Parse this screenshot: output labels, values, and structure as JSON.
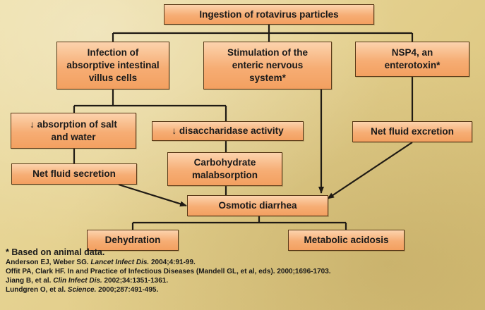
{
  "diagram": {
    "nodes": {
      "ingestion": "Ingestion of rotavirus particles",
      "infection": "Infection of\nabsorptive intestinal\nvillus cells",
      "stimulation": "Stimulation of the\nenteric nervous\nsystem*",
      "nsp4": "NSP4, an\nenterotoxin*",
      "absorption": "↓ absorption of salt\nand water",
      "disaccharidase": "↓ disaccharidase activity",
      "net_fluid_excretion": "Net fluid excretion",
      "carbohydrate": "Carbohydrate\nmalabsorption",
      "net_fluid_secretion": "Net fluid secretion",
      "osmotic": "Osmotic diarrhea",
      "dehydration": "Dehydration",
      "acidosis": "Metabolic acidosis"
    },
    "colors": {
      "box_fill": "#f6ad74",
      "box_border": "#5a3a18",
      "connector": "#1f1a14"
    }
  },
  "footer": {
    "note": "* Based on animal data.",
    "references": [
      {
        "before": "Anderson EJ, Weber SG. ",
        "italic": "Lancet Infect Dis.",
        "after": " 2004;4:91-99."
      },
      {
        "before": "Offit PA, Clark HF. In and Practice of Infectious Diseases (Mandell GL, et al, eds). 2000;1696-1703.",
        "italic": "",
        "after": ""
      },
      {
        "before": "Jiang B, et al. ",
        "italic": "Clin Infect Dis.",
        "after": " 2002;34:1351-1361."
      },
      {
        "before": "Lundgren O, et al. ",
        "italic": "Science.",
        "after": " 2000;287:491-495."
      }
    ]
  }
}
